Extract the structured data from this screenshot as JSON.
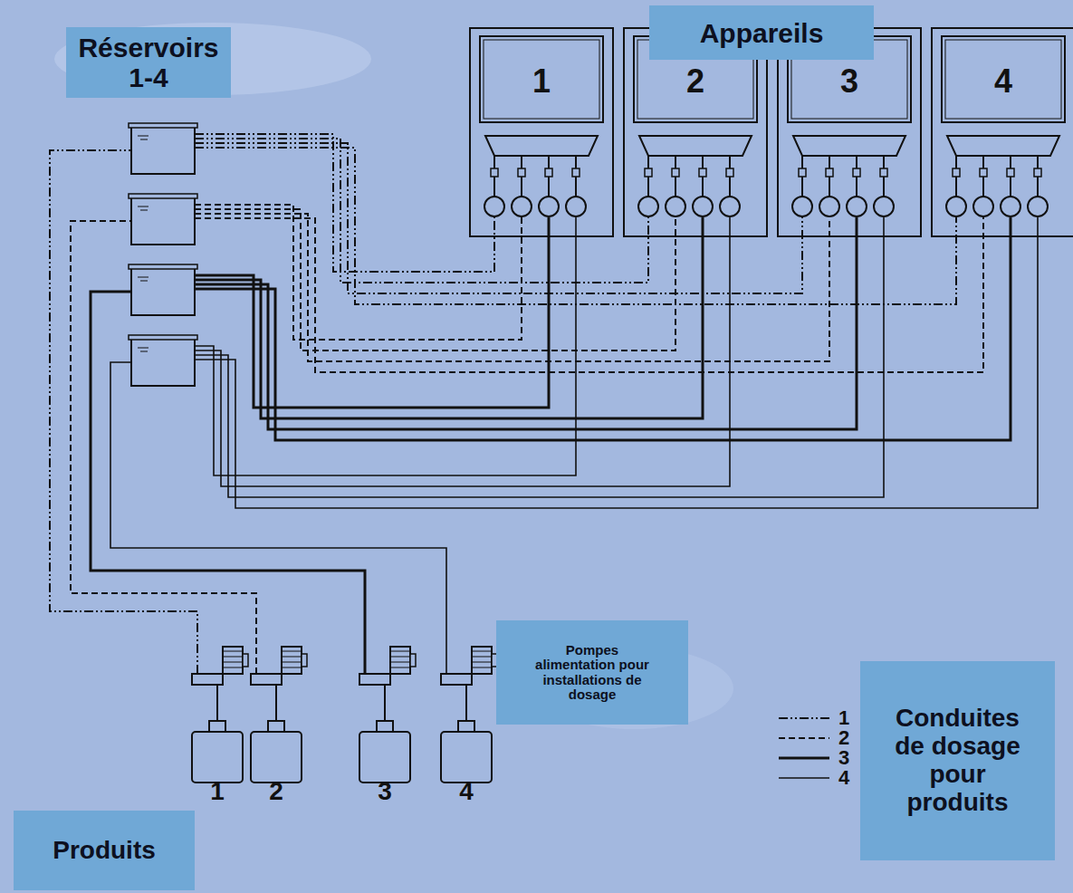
{
  "diagram": {
    "nodes": [
      {
        "text": [
          "Réservoirs 1-4"
        ]
      },
      {
        "text": [
          "Appareils"
        ]
      },
      {
        "text": [
          "1"
        ]
      },
      {
        "text": [
          "2"
        ]
      },
      {
        "text": [
          "3"
        ]
      },
      {
        "text": [
          "4"
        ]
      },
      {
        "text": [
          "Pompes alimentation pour installations de dosage"
        ]
      },
      {
        "text": [
          "Conduites de dosage pour produits"
        ]
      },
      {
        "text": [
          "Produits"
        ]
      },
      {
        "text": [
          "1"
        ]
      },
      {
        "text": [
          "2"
        ]
      },
      {
        "text": [
          "3"
        ]
      },
      {
        "text": [
          "4"
        ]
      }
    ],
    "legend": [
      {
        "text": "1"
      },
      {
        "text": "2"
      },
      {
        "text": "3"
      },
      {
        "text": "4"
      }
    ]
  }
}
